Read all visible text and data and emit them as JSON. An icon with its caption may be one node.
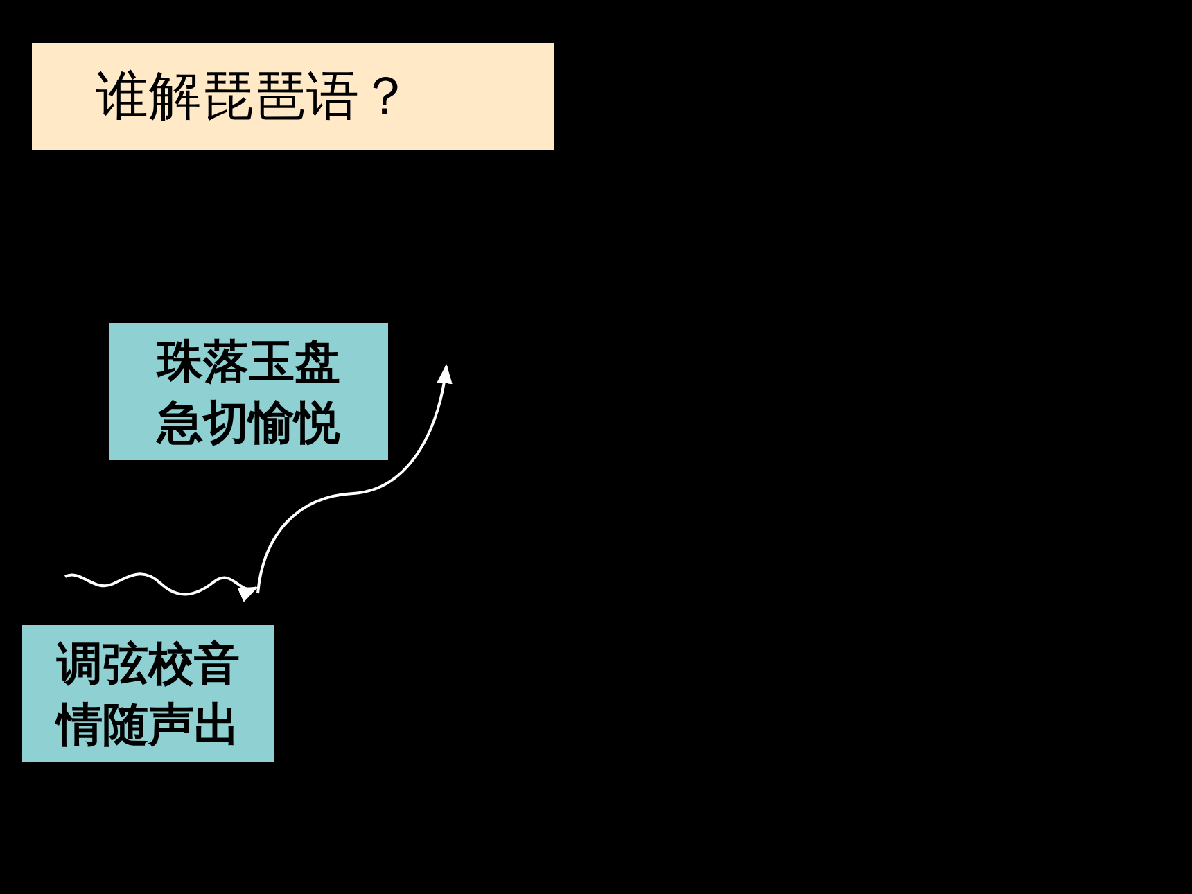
{
  "diagram": {
    "title": "谁解琵琶语？",
    "nodes": [
      {
        "text": [
          "珠落玉盘急切愉悦"
        ]
      },
      {
        "text": [
          "调弦校音情随声出"
        ]
      }
    ],
    "edges": []
  }
}
